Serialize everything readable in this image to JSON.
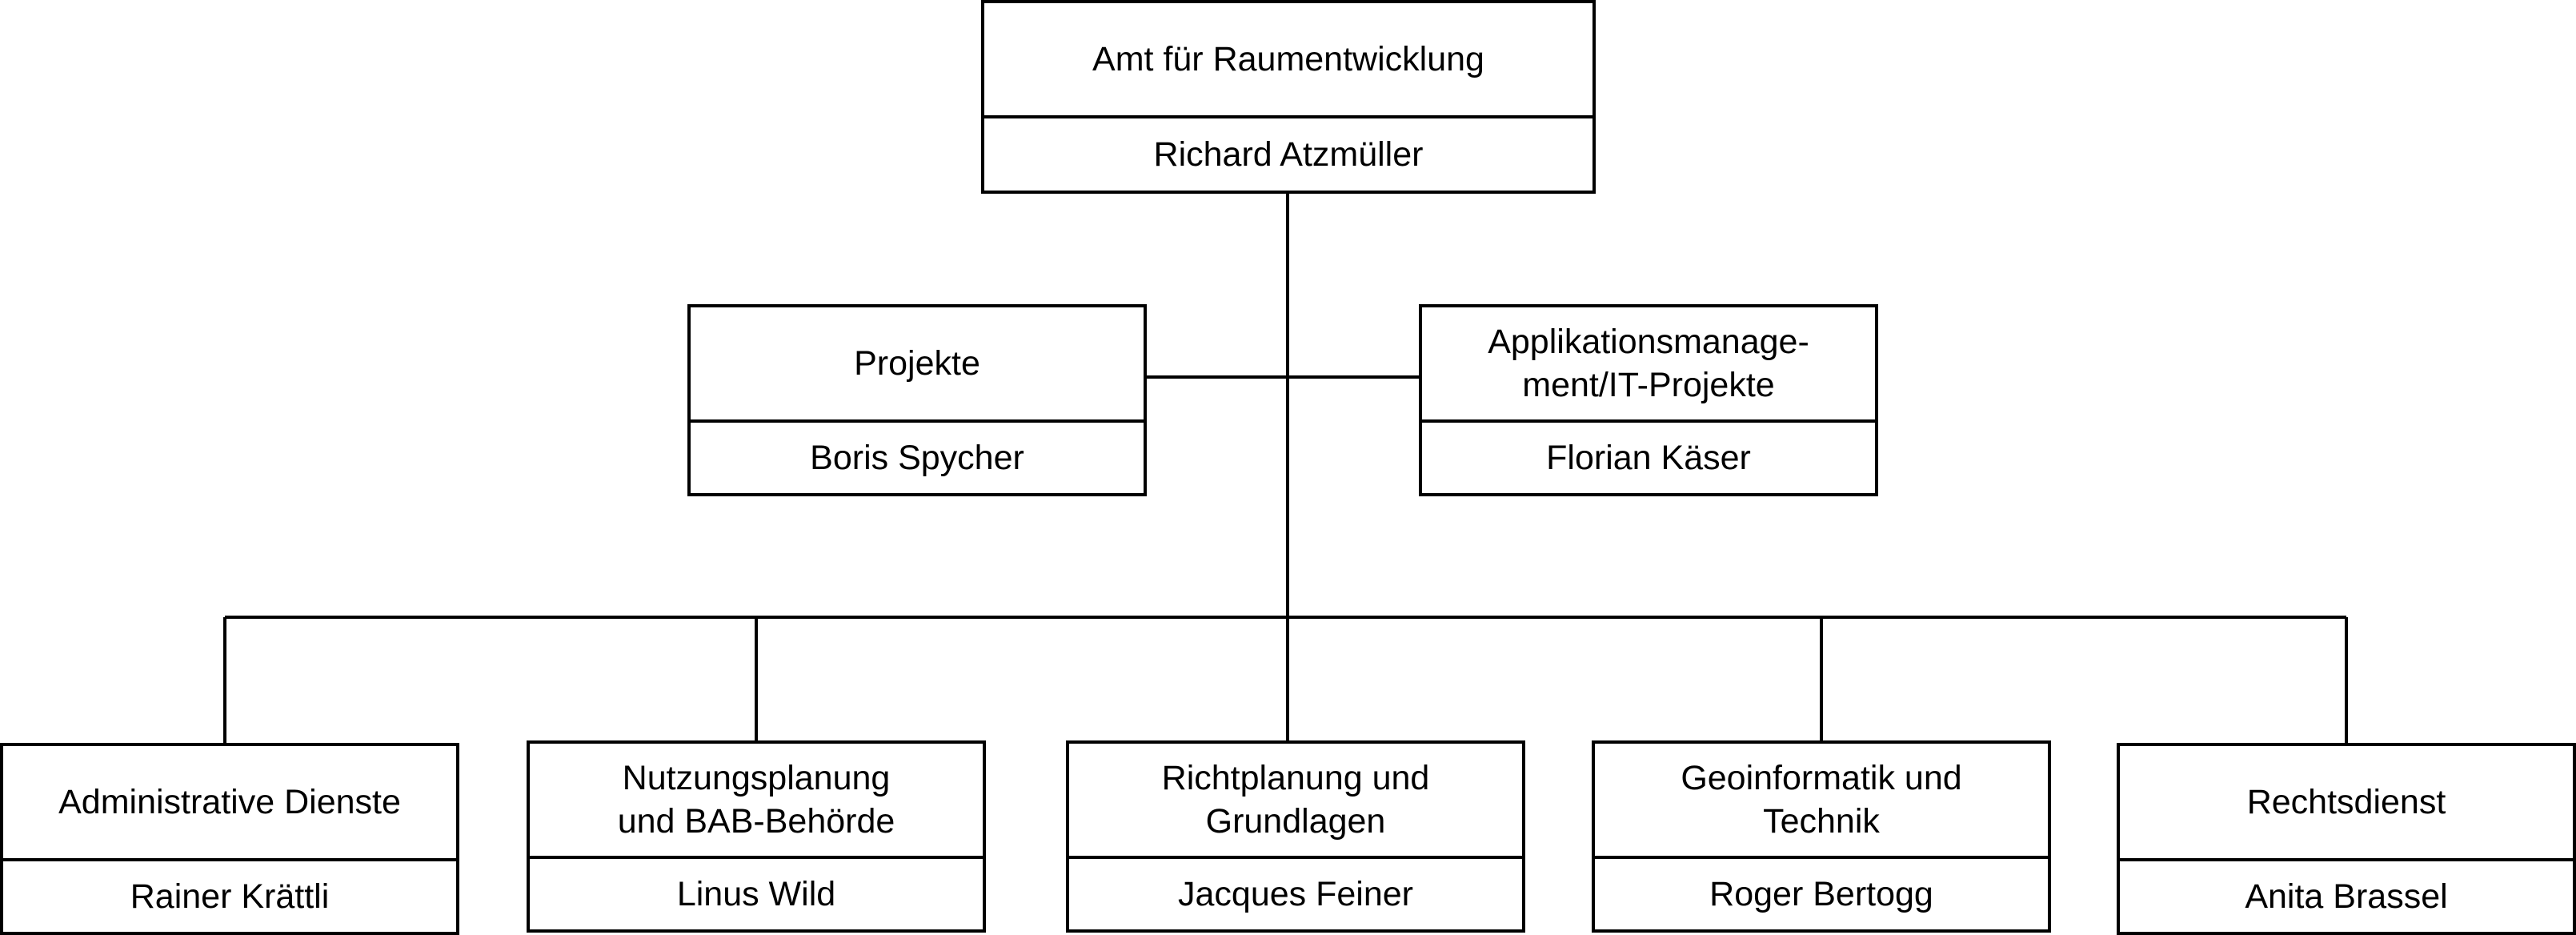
{
  "org_chart": {
    "director": {
      "unit": "Amt für Raumentwicklung",
      "head": "Richard Atzmüller"
    },
    "staff": [
      {
        "unit": "Projekte",
        "head": "Boris Spycher"
      },
      {
        "unit": "Applikationsmanage-\nment/IT-Projekte",
        "head": "Florian Käser"
      }
    ],
    "departments": [
      {
        "unit": "Administrative Dienste",
        "head": "Rainer Krättli"
      },
      {
        "unit": "Nutzungsplanung\nund BAB-Behörde",
        "head": "Linus Wild"
      },
      {
        "unit": "Richtplanung und\nGrundlagen",
        "head": "Jacques Feiner"
      },
      {
        "unit": "Geoinformatik und\nTechnik",
        "head": "Roger Bertogg"
      },
      {
        "unit": "Rechtsdienst",
        "head": "Anita Brassel"
      }
    ]
  }
}
